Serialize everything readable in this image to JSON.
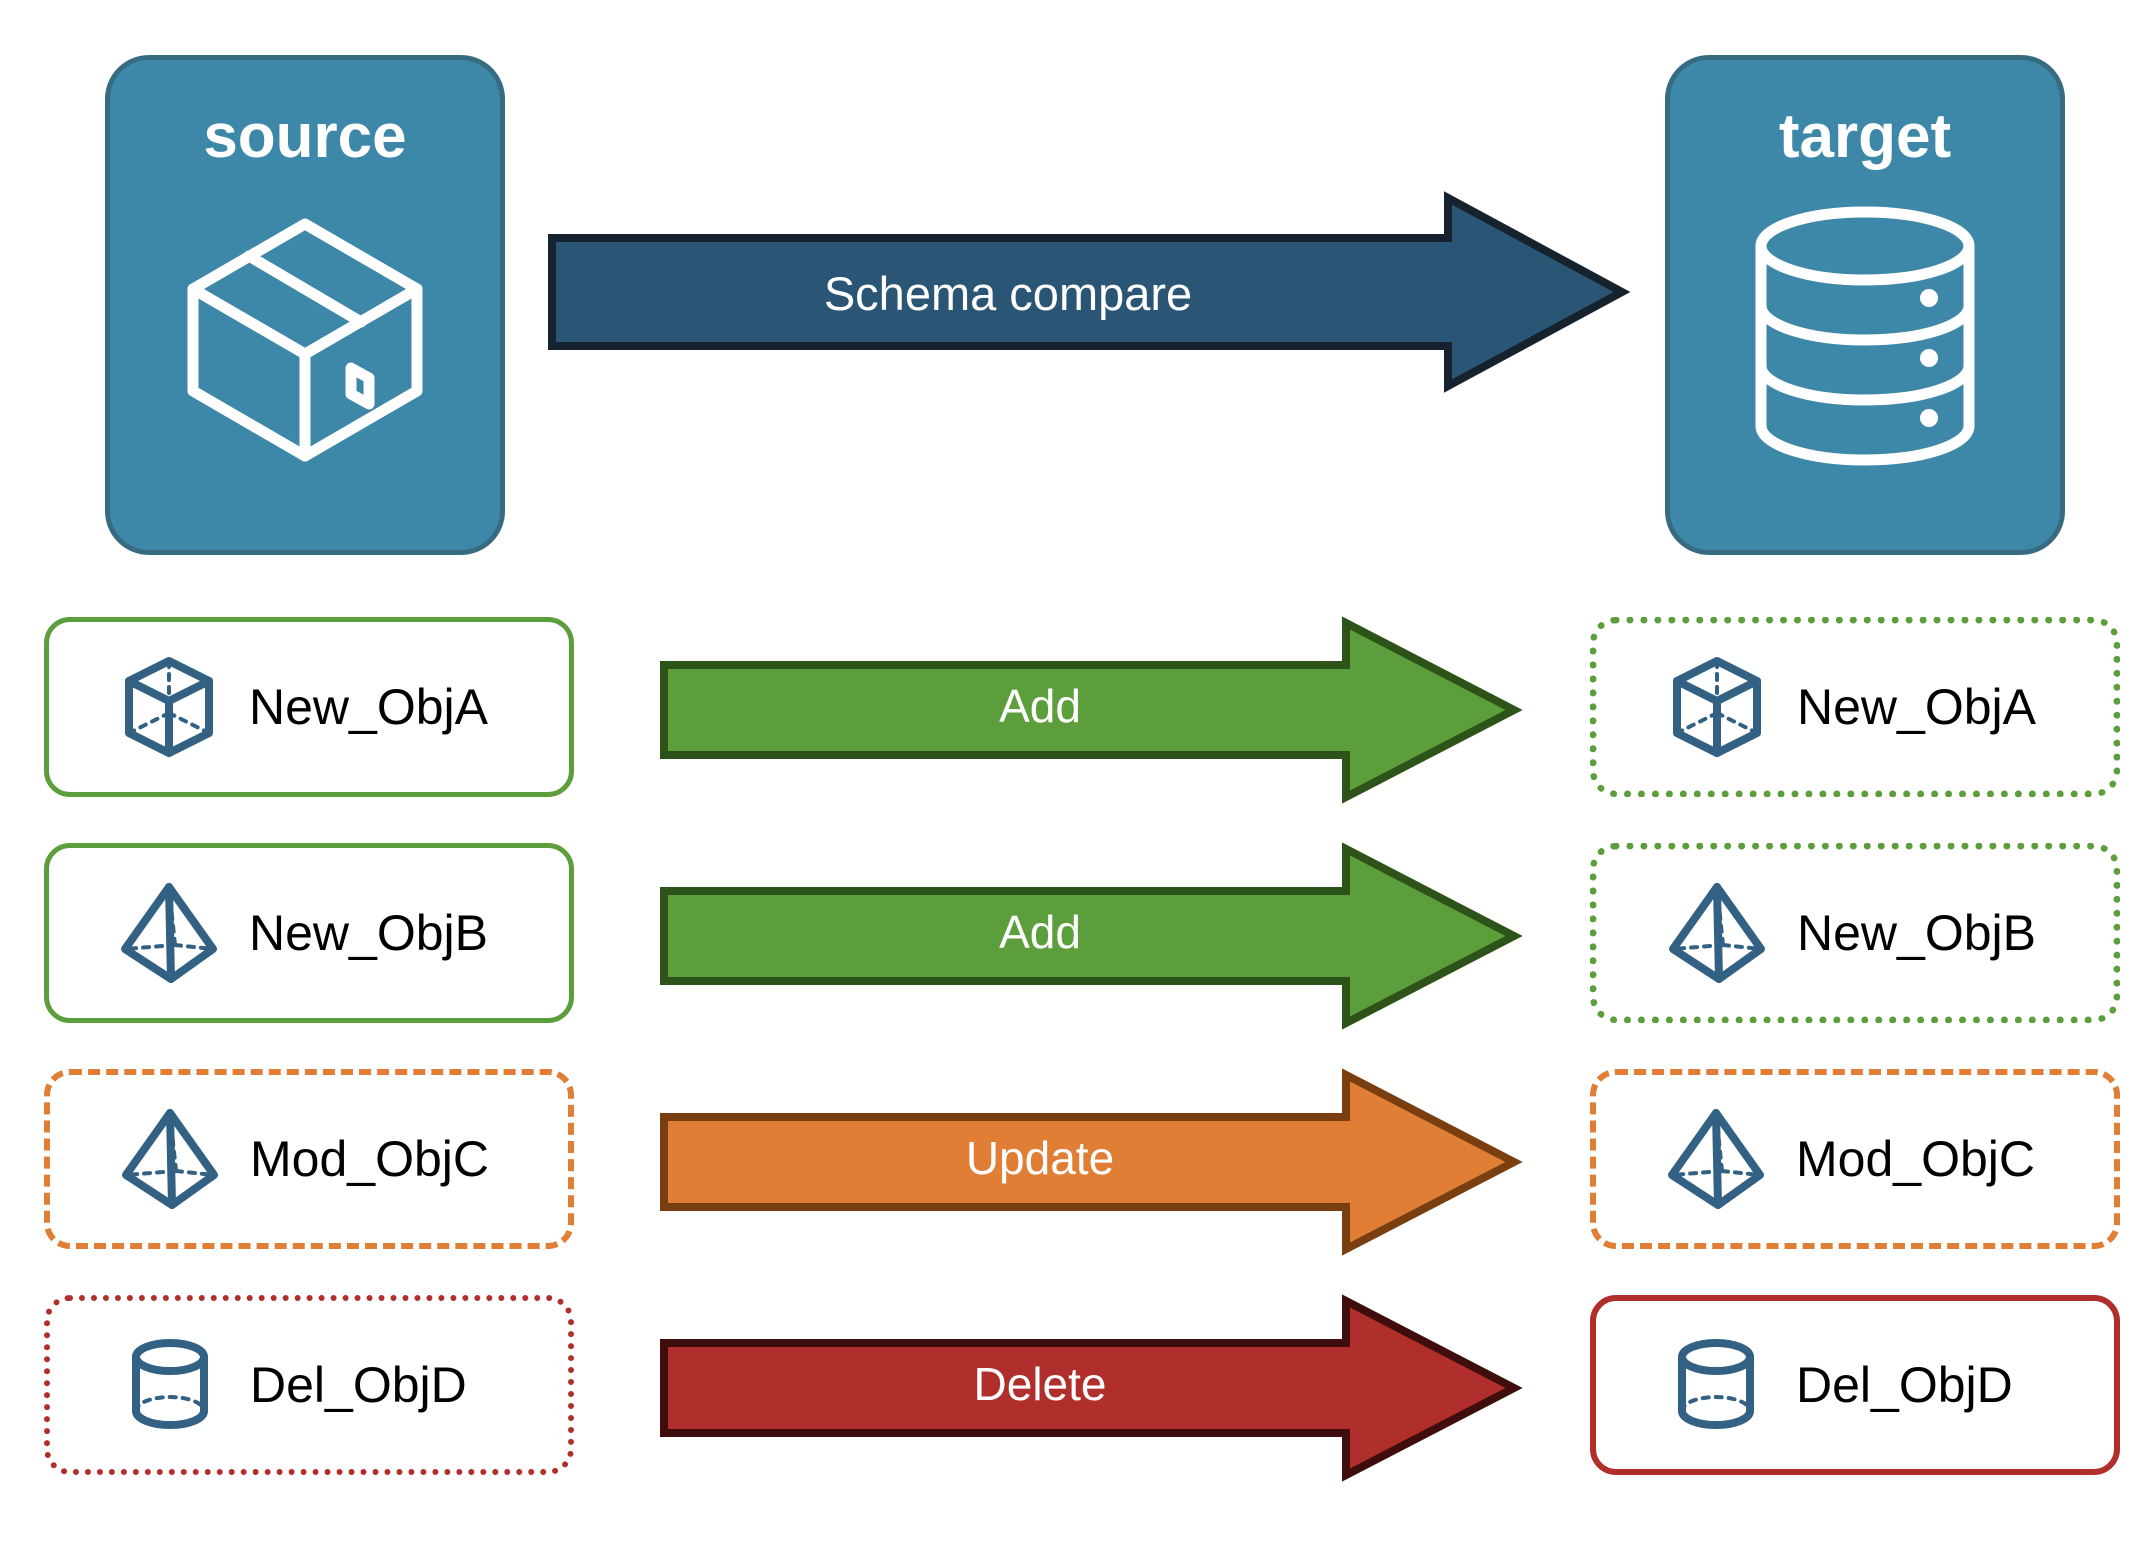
{
  "endpoints": {
    "source": {
      "title": "source",
      "icon": "package-box-icon",
      "fill": "#3d87a8",
      "stroke": "#376b82"
    },
    "target": {
      "title": "target",
      "icon": "database-cylinder-icon",
      "fill": "#3d87a8",
      "stroke": "#376b82"
    }
  },
  "schema_arrow": {
    "label": "Schema compare",
    "fill": "#2a5574",
    "stroke": "#16222e"
  },
  "colors": {
    "teal": "#3d87a8",
    "teal_border": "#376b82",
    "navy": "#2a5574",
    "navy_border": "#16222e",
    "green": "#5c9e3b",
    "green_border": "#2d5318",
    "orange": "#df7e34",
    "orange_border": "#7a3f10",
    "red": "#b02f2c",
    "red_border": "#3f0d0c",
    "icon_blue": "#336184",
    "text_black": "#000000",
    "text_white": "#ffffff"
  },
  "rows": [
    {
      "source": {
        "label": "New_ObjA",
        "icon": "wireframe-cube-icon",
        "border_style": "solid",
        "border_color": "#5c9e3b"
      },
      "action": {
        "label": "Add",
        "fill": "#5c9e3b",
        "stroke": "#2d5318"
      },
      "target": {
        "label": "New_ObjA",
        "icon": "wireframe-cube-icon",
        "border_style": "dotted",
        "border_color": "#5c9e3b"
      }
    },
    {
      "source": {
        "label": "New_ObjB",
        "icon": "wireframe-pyramid-icon",
        "border_style": "solid",
        "border_color": "#5c9e3b"
      },
      "action": {
        "label": "Add",
        "fill": "#5c9e3b",
        "stroke": "#2d5318"
      },
      "target": {
        "label": "New_ObjB",
        "icon": "wireframe-pyramid-icon",
        "border_style": "dotted",
        "border_color": "#5c9e3b"
      }
    },
    {
      "source": {
        "label": "Mod_ObjC",
        "icon": "wireframe-pyramid-icon",
        "border_style": "dashed",
        "border_color": "#df7e34"
      },
      "action": {
        "label": "Update",
        "fill": "#df7e34",
        "stroke": "#7a3f10"
      },
      "target": {
        "label": "Mod_ObjC",
        "icon": "wireframe-pyramid-icon",
        "border_style": "dashed",
        "border_color": "#df7e34"
      }
    },
    {
      "source": {
        "label": "Del_ObjD",
        "icon": "wireframe-cylinder-icon",
        "border_style": "dotted",
        "border_color": "#b02f2c"
      },
      "action": {
        "label": "Delete",
        "fill": "#b02f2c",
        "stroke": "#3f0d0c"
      },
      "target": {
        "label": "Del_ObjD",
        "icon": "wireframe-cylinder-icon",
        "border_style": "solid",
        "border_color": "#b02f2c"
      }
    }
  ]
}
